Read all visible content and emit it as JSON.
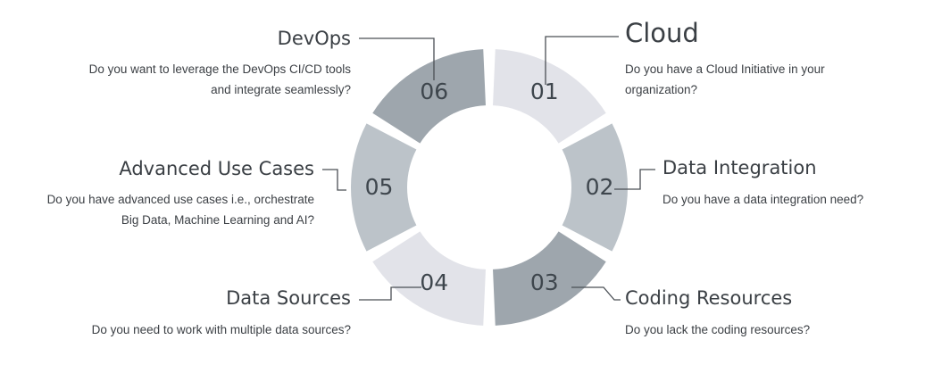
{
  "segments": [
    {
      "id": "01",
      "title": "Cloud",
      "desc": [
        "Do you have a Cloud Initiative in your",
        "organization?"
      ],
      "color": "#e2e3e9"
    },
    {
      "id": "02",
      "title": "Data Integration",
      "desc": [
        "Do you have a data integration need?"
      ],
      "color": "#bcc3c9"
    },
    {
      "id": "03",
      "title": "Coding Resources",
      "desc": [
        "Do you lack the coding resources?"
      ],
      "color": "#9ea6ad"
    },
    {
      "id": "04",
      "title": "Data Sources",
      "desc": [
        "Do you need to work with multiple data sources?"
      ],
      "color": "#e2e3e9"
    },
    {
      "id": "05",
      "title": "Advanced Use Cases",
      "desc": [
        "Do you have advanced use cases i.e., orchestrate",
        "Big Data, Machine Learning and AI?"
      ],
      "color": "#bcc3c9"
    },
    {
      "id": "06",
      "title": "DevOps",
      "desc": [
        "Do you want to leverage the DevOps CI/CD tools",
        "and integrate seamlessly?"
      ],
      "color": "#9ea6ad"
    }
  ],
  "connector_color": "#4a4f55"
}
